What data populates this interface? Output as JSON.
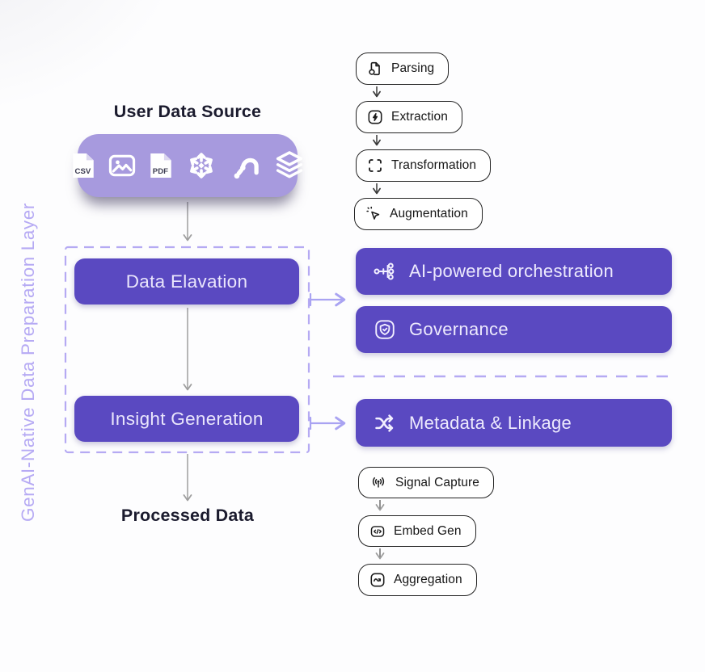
{
  "layer_label": "GenAI-Native Data Preparation Layer",
  "left_flow": {
    "source_title": "User Data Source",
    "csv_label": "CSV",
    "pdf_label": "PDF",
    "stage1": "Data Elavation",
    "stage2": "Insight Generation",
    "output_title": "Processed Data"
  },
  "pipeline_top": [
    {
      "label": "Parsing",
      "icon": "document-scan-icon"
    },
    {
      "label": "Extraction",
      "icon": "lightning-icon"
    },
    {
      "label": "Transformation",
      "icon": "frame-corners-icon"
    },
    {
      "label": "Augmentation",
      "icon": "magic-cursor-icon"
    }
  ],
  "capabilities": [
    {
      "label": "AI-powered orchestration",
      "icon": "workflow-branch-icon"
    },
    {
      "label": "Governance",
      "icon": "shield-badge-icon"
    }
  ],
  "metadata": {
    "label": "Metadata & Linkage",
    "icon": "shuffle-icon"
  },
  "pipeline_bottom": [
    {
      "label": "Signal Capture",
      "icon": "broadcast-icon"
    },
    {
      "label": "Embed Gen",
      "icon": "code-icon"
    },
    {
      "label": "Aggregation",
      "icon": "wave-icon"
    }
  ],
  "colors": {
    "purple": "#5a49c1",
    "light_purple": "#a79ade",
    "lavender": "#b5aaf3",
    "heading": "#1b1b2e",
    "gray_arrow": "#9e9e9e",
    "dark_arrow": "#3a3a3a"
  }
}
